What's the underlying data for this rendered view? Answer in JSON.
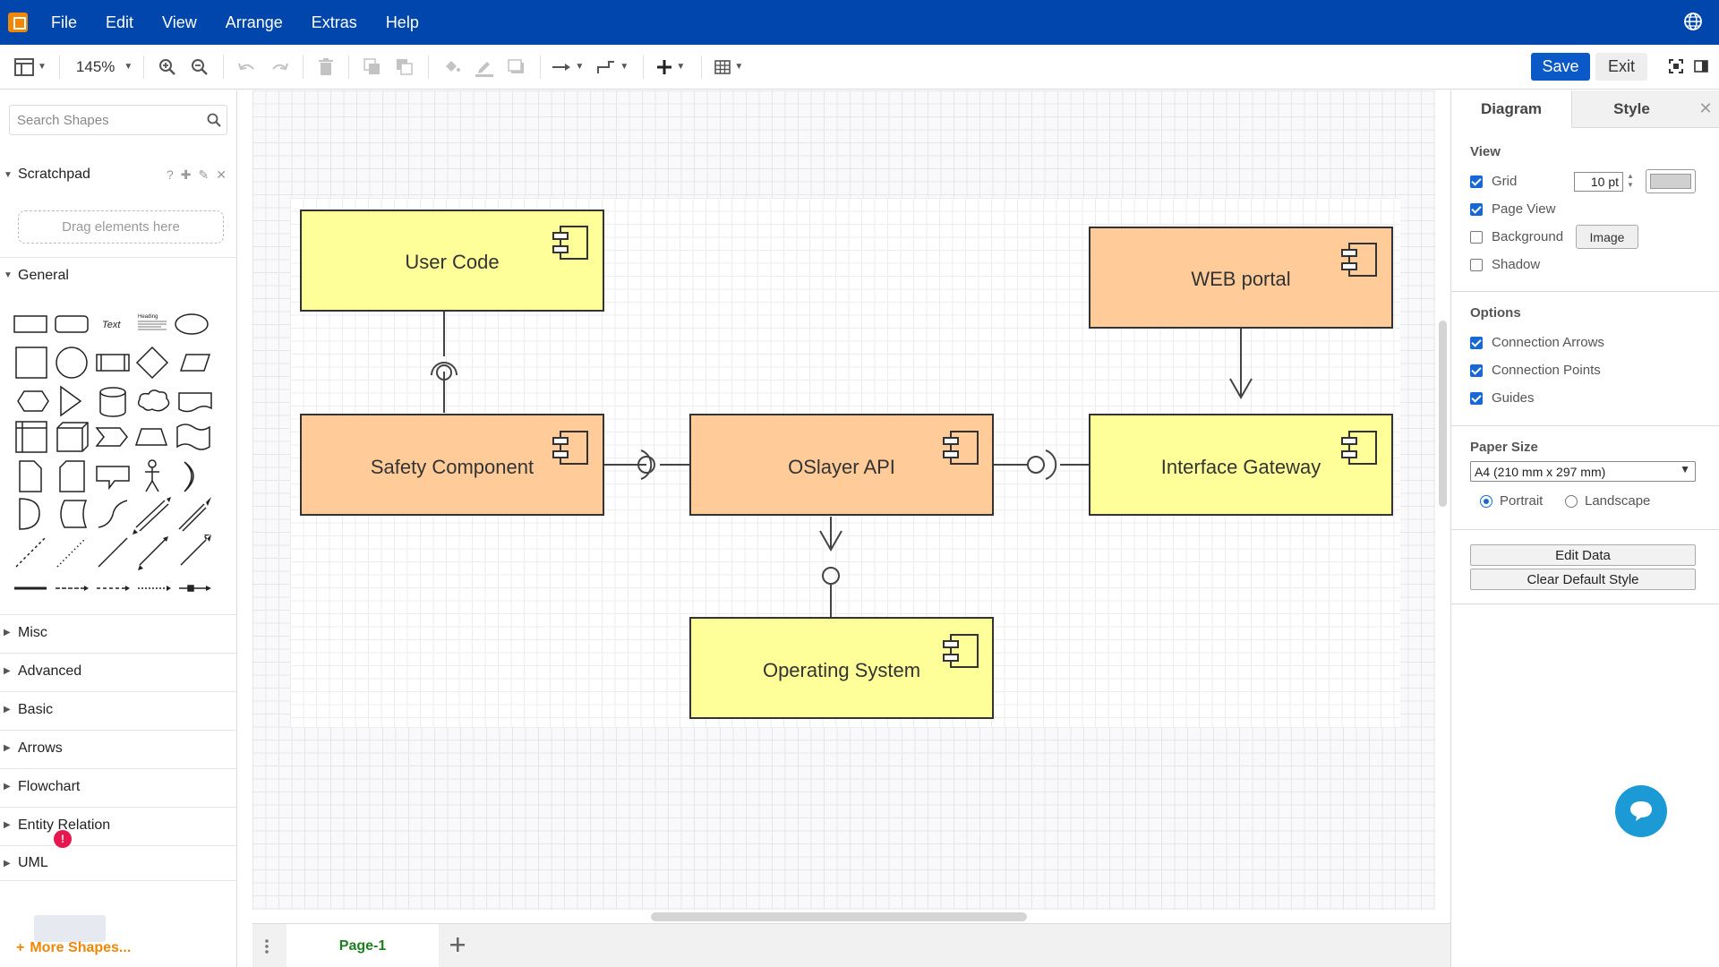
{
  "menubar": {
    "items": [
      "File",
      "Edit",
      "View",
      "Arrange",
      "Extras",
      "Help"
    ]
  },
  "toolbar": {
    "zoom": "145%",
    "save_label": "Save",
    "exit_label": "Exit"
  },
  "sidebar": {
    "search_placeholder": "Search Shapes",
    "scratchpad_label": "Scratchpad",
    "scratchpad_help": "?",
    "dropzone_text": "Drag elements here",
    "general_label": "General",
    "palette_text_label": "Text",
    "palette_heading_label": "Heading",
    "sections": [
      "Misc",
      "Advanced",
      "Basic",
      "Arrows",
      "Flowchart",
      "Entity Relation",
      "UML"
    ],
    "more_shapes": "More Shapes..."
  },
  "diagram": {
    "nodes": [
      {
        "id": "user-code",
        "label": "User Code",
        "color": "#ffff99"
      },
      {
        "id": "safety-component",
        "label": "Safety Component",
        "color": "#ffcc99"
      },
      {
        "id": "oslayer-api",
        "label": "OSlayer API",
        "color": "#ffcc99"
      },
      {
        "id": "interface-gateway",
        "label": "Interface Gateway",
        "color": "#ffff99"
      },
      {
        "id": "web-portal",
        "label": "WEB portal",
        "color": "#ffcc99"
      },
      {
        "id": "operating-system",
        "label": "Operating System",
        "color": "#ffff99"
      }
    ]
  },
  "pages": {
    "current": "Page-1"
  },
  "format_panel": {
    "tabs": {
      "diagram": "Diagram",
      "style": "Style"
    },
    "view_title": "View",
    "grid": {
      "label": "Grid",
      "checked": true,
      "size": "10 pt",
      "color": "#d0d0d0"
    },
    "page_view": {
      "label": "Page View",
      "checked": true
    },
    "background": {
      "label": "Background",
      "checked": false,
      "button": "Image"
    },
    "shadow": {
      "label": "Shadow",
      "checked": false
    },
    "options_title": "Options",
    "connection_arrows": {
      "label": "Connection Arrows",
      "checked": true
    },
    "connection_points": {
      "label": "Connection Points",
      "checked": true
    },
    "guides": {
      "label": "Guides",
      "checked": true
    },
    "paper_size_title": "Paper Size",
    "paper_size": "A4 (210 mm x 297 mm)",
    "orientation": {
      "portrait": "Portrait",
      "landscape": "Landscape",
      "selected": "portrait"
    },
    "edit_data": "Edit Data",
    "clear_default_style": "Clear Default Style"
  },
  "colors": {
    "menubar": "#0046ad",
    "save_button": "#0b59c7",
    "accent_orange": "#f08705",
    "active_page": "#1d8020"
  }
}
